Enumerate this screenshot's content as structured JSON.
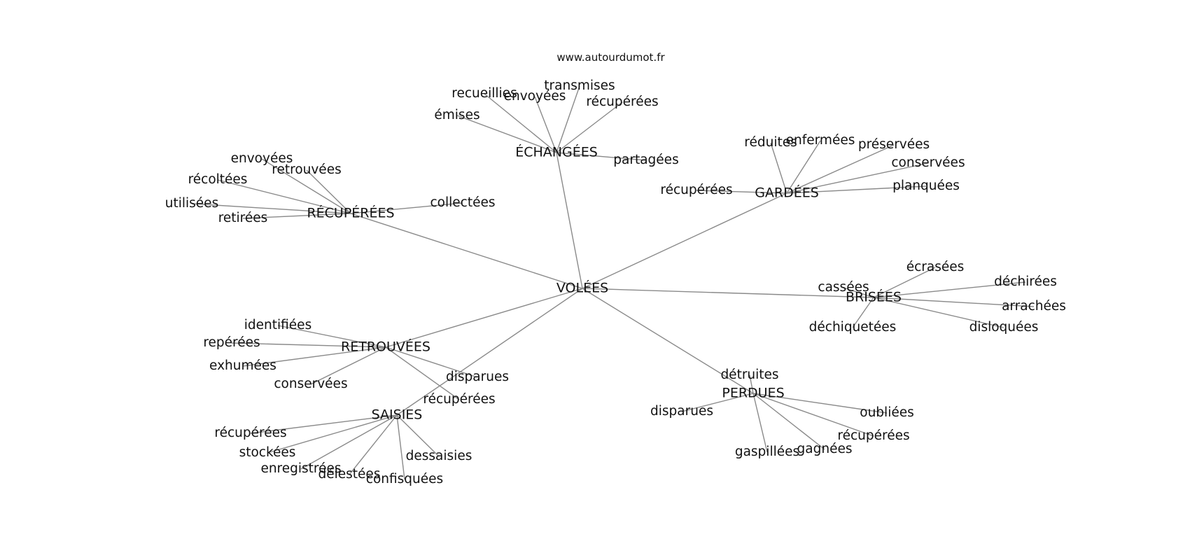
{
  "source": "www.autourdumot.fr",
  "center": "VOLÉES",
  "clusters": [
    {
      "hub": "ÉCHANGÉES",
      "words": [
        "recueillies",
        "envoyées",
        "transmises",
        "récupérées",
        "émises",
        "partagées"
      ]
    },
    {
      "hub": "GARDÉES",
      "words": [
        "réduites",
        "enfermées",
        "préservées",
        "conservées",
        "récupérées",
        "planquées"
      ]
    },
    {
      "hub": "RÉCUPÉRÉES",
      "words": [
        "envoyées",
        "retrouvées",
        "récoltées",
        "utilisées",
        "retirées",
        "collectées"
      ]
    },
    {
      "hub": "BRISÉES",
      "words": [
        "écrasées",
        "déchirées",
        "cassées",
        "arrachées",
        "déchiquetées",
        "disloquées"
      ]
    },
    {
      "hub": "RETROUVÉES",
      "words": [
        "identifiées",
        "repérées",
        "exhumées",
        "conservées",
        "disparues",
        "récupérées"
      ]
    },
    {
      "hub": "SAISIES",
      "words": [
        "récupérées",
        "stockées",
        "enregistrées",
        "délestées",
        "confisquées",
        "dessaisies"
      ]
    },
    {
      "hub": "PERDUES",
      "words": [
        "détruites",
        "disparues",
        "oubliées",
        "récupérées",
        "gaspillées",
        "gagnées"
      ]
    }
  ]
}
